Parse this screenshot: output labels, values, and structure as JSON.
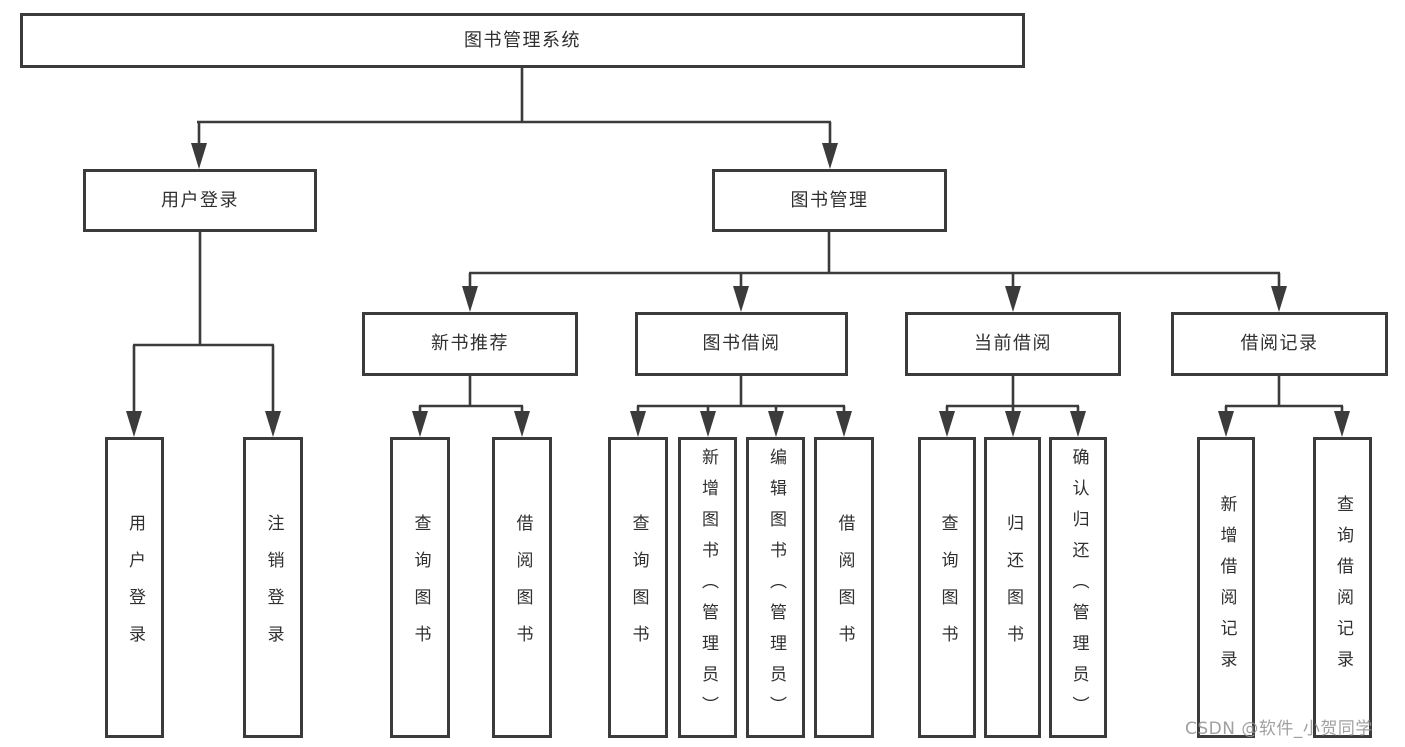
{
  "diagram_title": "图书管理系统",
  "watermark": "CSDN @软件_小贺同学",
  "colors": {
    "line": "#3b3b3b",
    "box_border": "#3b3b3b",
    "box_fill": "#ffffff",
    "text": "#303030",
    "watermark_text": "#9e9e9e",
    "background": "#ffffff"
  },
  "tree": {
    "root": {
      "label": "图书管理系统",
      "children": [
        {
          "label": "用户登录",
          "children": [
            {
              "label": "用户登录"
            },
            {
              "label": "注销登录"
            }
          ]
        },
        {
          "label": "图书管理",
          "children": [
            {
              "label": "新书推荐",
              "children": [
                {
                  "label": "查询图书"
                },
                {
                  "label": "借阅图书"
                }
              ]
            },
            {
              "label": "图书借阅",
              "children": [
                {
                  "label": "查询图书"
                },
                {
                  "label": "新增图书（管理员）"
                },
                {
                  "label": "编辑图书（管理员）"
                },
                {
                  "label": "借阅图书"
                }
              ]
            },
            {
              "label": "当前借阅",
              "children": [
                {
                  "label": "查询图书"
                },
                {
                  "label": "归还图书"
                },
                {
                  "label": "确认归还（管理员）"
                }
              ]
            },
            {
              "label": "借阅记录",
              "children": [
                {
                  "label": "新增借阅记录"
                },
                {
                  "label": "查询借阅记录"
                }
              ]
            }
          ]
        }
      ]
    }
  }
}
